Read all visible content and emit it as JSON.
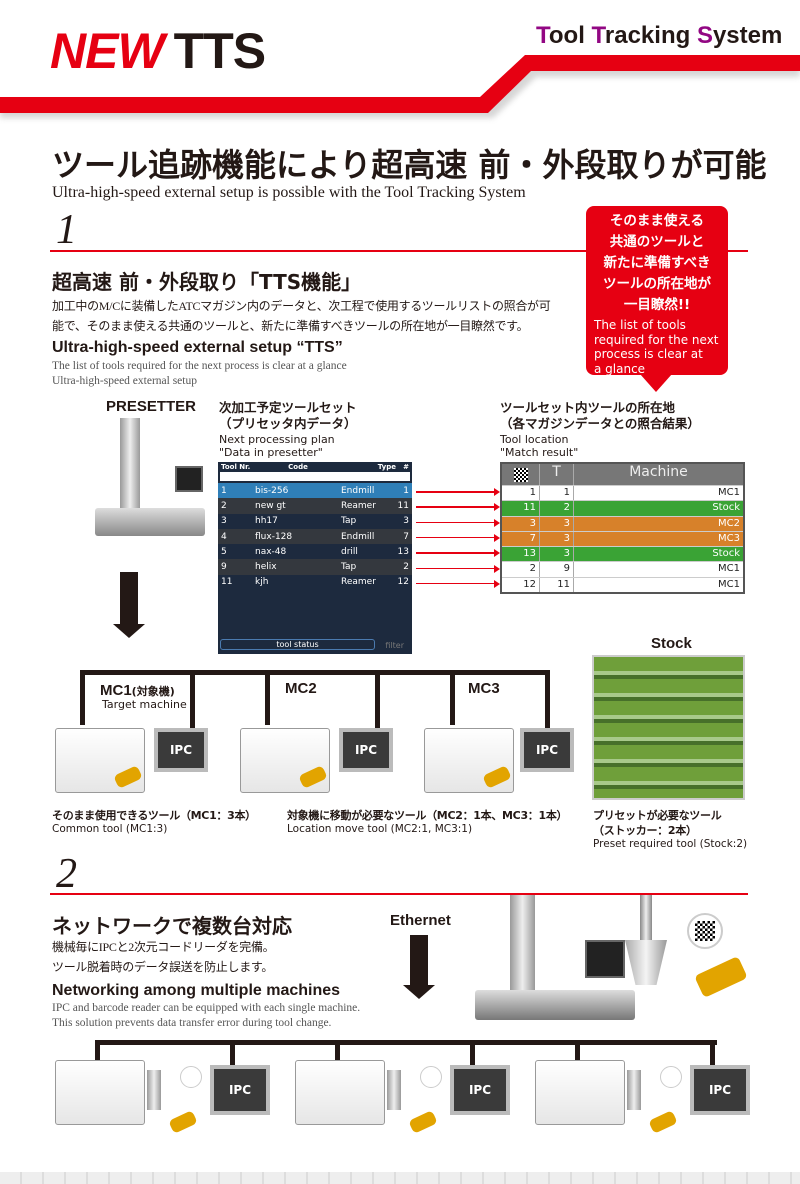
{
  "header": {
    "logo_new": "NEW",
    "logo_tts": "TTS",
    "system_name": [
      "T",
      "ool ",
      "T",
      "racking ",
      "S",
      "ystem"
    ]
  },
  "title_jp": "ツール追跡機能により超高速 前・外段取りが可能",
  "title_en": "Ultra-high-speed external setup is possible with the Tool Tracking System",
  "section1": {
    "number": "1",
    "heading": "超高速 前・外段取り「TTS機能」",
    "body_jp": [
      "加工中のM/Cに装備したATCマガジン内のデータと、次工程で使用するツールリストの照合が可",
      "能で、そのまま使える共通のツールと、新たに準備すべきツールの所在地が一目瞭然です。"
    ],
    "heading_en": "Ultra-high-speed external setup “TTS”",
    "body_en": [
      "The list of tools required for the next process is clear at a glance",
      "Ultra-high-speed external setup"
    ],
    "callout_jp": [
      "そのまま使える",
      "共通のツールと",
      "新たに準備すべき",
      "ツールの所在地が",
      "一目瞭然!!"
    ],
    "callout_en": [
      "The list of tools",
      "required for the next",
      "process is clear at",
      "a glance"
    ],
    "presetter_label": "PRESETTER",
    "left_caption_jp": [
      "次加工予定ツールセット",
      "（プリセッタ内データ）"
    ],
    "left_caption_en": [
      "Next processing plan",
      "\"Data in presetter\""
    ],
    "right_caption_jp": [
      "ツールセット内ツールの所在地",
      "（各マガジンデータとの照合結果）"
    ],
    "right_caption_en": [
      "Tool location",
      "\"Match result\""
    ],
    "plan_table": {
      "headers": [
        "Tool Nr.",
        "Code",
        "Type",
        "#"
      ],
      "rows": [
        [
          "1",
          "bis-256",
          "Endmill",
          "1"
        ],
        [
          "2",
          "new gt",
          "Reamer",
          "11"
        ],
        [
          "3",
          "hh17",
          "Tap",
          "3"
        ],
        [
          "4",
          "flux-128",
          "Endmill",
          "7"
        ],
        [
          "5",
          "nax-48",
          "drill",
          "13"
        ],
        [
          "9",
          "helix",
          "Tap",
          "2"
        ],
        [
          "11",
          "kjh",
          "Reamer",
          "12"
        ]
      ],
      "tool_status_button": "tool status",
      "filter_button": "filter"
    },
    "match_table": {
      "headers": [
        "",
        "T",
        "Machine"
      ],
      "rows": [
        {
          "id": "1",
          "t": "1",
          "machine": "MC1",
          "color": "#ffffff"
        },
        {
          "id": "11",
          "t": "2",
          "machine": "Stock",
          "color": "#3aa335"
        },
        {
          "id": "3",
          "t": "3",
          "machine": "MC2",
          "color": "#d7812a"
        },
        {
          "id": "7",
          "t": "3",
          "machine": "MC3",
          "color": "#d7812a"
        },
        {
          "id": "13",
          "t": "3",
          "machine": "Stock",
          "color": "#3aa335"
        },
        {
          "id": "2",
          "t": "9",
          "machine": "MC1",
          "color": "#ffffff"
        },
        {
          "id": "12",
          "t": "11",
          "machine": "MC1",
          "color": "#ffffff"
        }
      ]
    },
    "machines": {
      "mc1": "MC1",
      "mc1_note": "(対象機)",
      "mc1_en": "Target machine",
      "mc2": "MC2",
      "mc3": "MC3",
      "ipc": "IPC",
      "stock": "Stock"
    },
    "captions": [
      {
        "jp": "そのまま使用できるツール（MC1：3本）",
        "en": "Common tool (MC1:3)"
      },
      {
        "jp": "対象機に移動が必要なツール（MC2：1本、MC3：1本）",
        "en": "Location move tool (MC2:1, MC3:1)"
      },
      {
        "jp": "プリセットが必要なツール",
        "jp2": "（ストッカー：2本）",
        "en": "Preset required tool (Stock:2)"
      }
    ]
  },
  "section2": {
    "number": "2",
    "heading": "ネットワークで複数台対応",
    "body_jp": [
      "機械毎にIPCと2次元コードリーダを完備。",
      "ツール脱着時のデータ誤送を防止します。"
    ],
    "heading_en": "Networking among multiple machines",
    "body_en": [
      "IPC and barcode reader can be equipped with each single machine.",
      "This solution prevents data transfer error during tool change."
    ],
    "ethernet_label": "Ethernet",
    "ipc": "IPC"
  },
  "colors": {
    "brand_red": "#e60012",
    "accent_purple": "#920783",
    "table_navy": "#1d2a3e"
  }
}
